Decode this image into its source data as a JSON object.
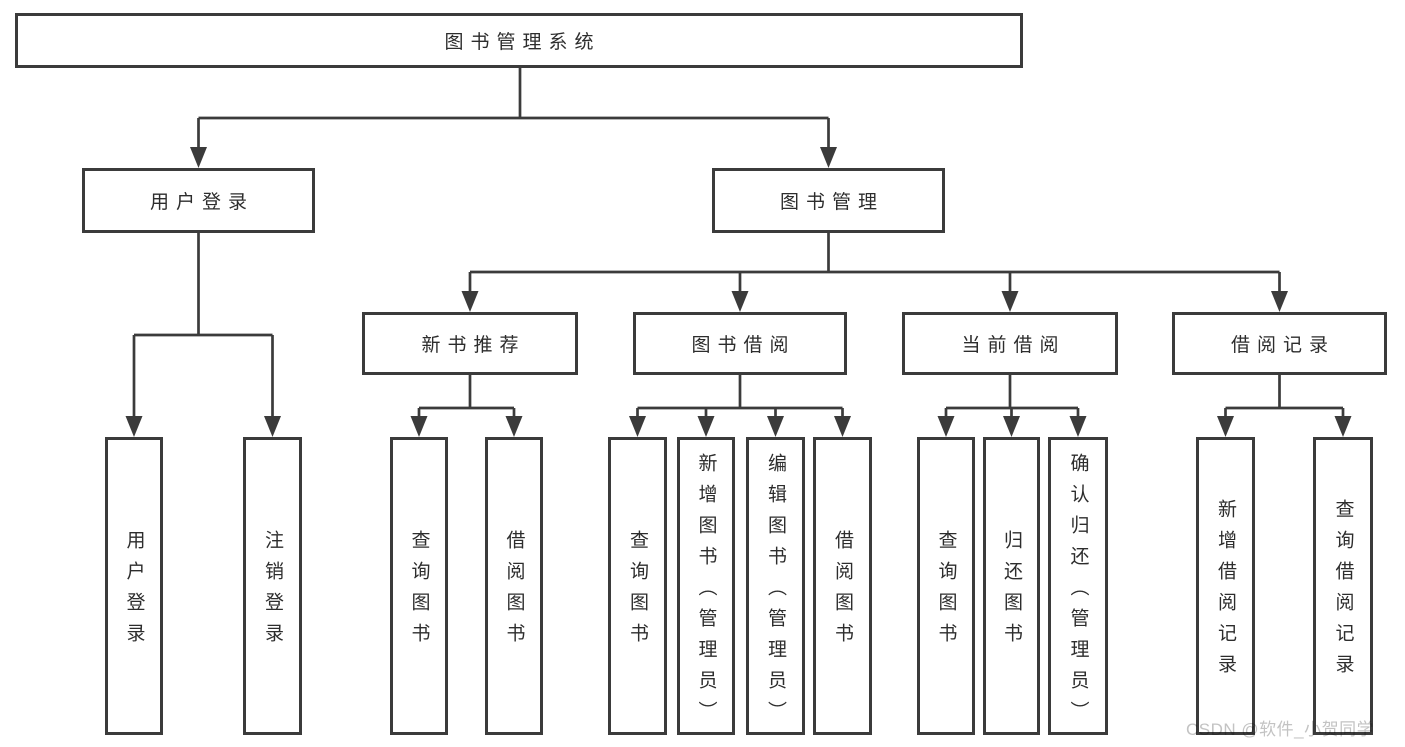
{
  "nodes": {
    "root": "图书管理系统",
    "user_login": "用户登录",
    "book_mgmt": "图书管理",
    "new_book_rec": "新书推荐",
    "book_borrow": "图书借阅",
    "current_borrow": "当前借阅",
    "borrow_record": "借阅记录",
    "leaf_user_login": "用户登录",
    "leaf_logout": "注销登录",
    "rec_query_book": "查询图书",
    "rec_borrow_book": "借阅图书",
    "bor_query_book": "查询图书",
    "bor_add_book": "新增图书（管理员）",
    "bor_edit_book": "编辑图书（管理员）",
    "bor_borrow_book": "借阅图书",
    "cur_query_book": "查询图书",
    "cur_return_book": "归还图书",
    "cur_confirm_return": "确认归还（管理员）",
    "hist_add_record": "新增借阅记录",
    "hist_query_record": "查询借阅记录"
  },
  "watermark": "CSDN @软件_小贺同学",
  "colors": {
    "line": "#3b3b3b",
    "text": "#2d2d2d",
    "background": "#ffffff",
    "watermark": "#c3c3c3"
  }
}
